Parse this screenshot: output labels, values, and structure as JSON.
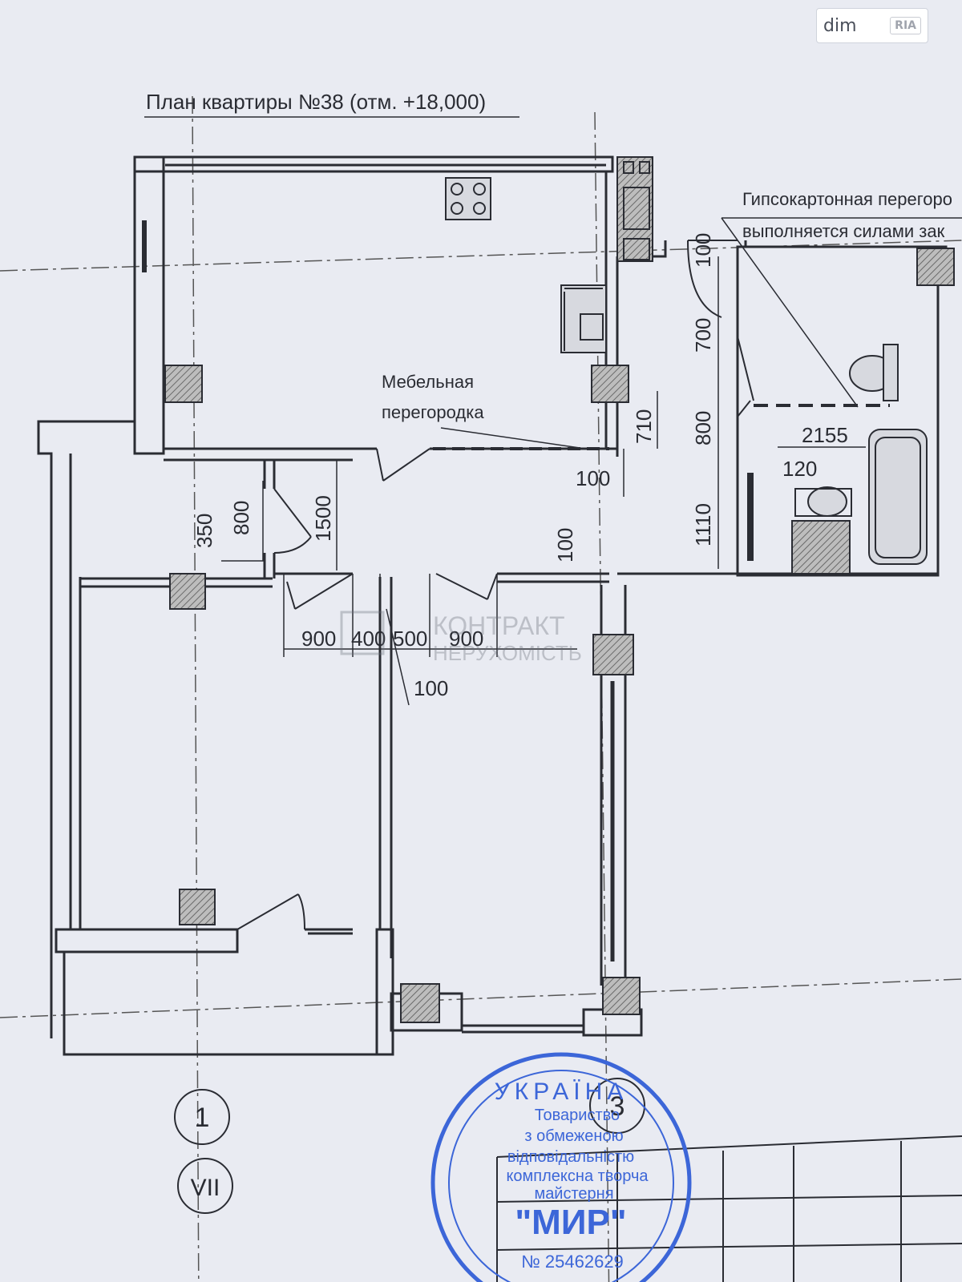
{
  "badge": {
    "brand": "dim",
    "brand_sub": "RIA"
  },
  "plan": {
    "title": "План квартиры №38 (отм. +18,000)",
    "note_line1": "Гипсокартонная перегоро",
    "note_line2": "выполняется силами зак",
    "furniture_label_line1": "Мебельная",
    "furniture_label_line2": "перегородка"
  },
  "dimensions": {
    "d2155": "2155",
    "d120": "120",
    "d100a": "100",
    "d700": "700",
    "d800a": "800",
    "d1110": "1110",
    "d710": "710",
    "d100b": "100",
    "d1500": "1500",
    "d800b": "800",
    "d350": "350",
    "d100c": "100",
    "d900a": "900",
    "d400": "400",
    "d500": "500",
    "d900b": "900",
    "d100d": "100"
  },
  "axes": {
    "axis1": "1",
    "axis1_sub": "VII",
    "axis3": "3"
  },
  "watermark": {
    "line1": "КОНТРАКТ",
    "line2": "НЕРУХОМІСТЬ"
  },
  "stamp": {
    "arc": "УКРАЇНА",
    "l1": "Товариство",
    "l2": "з обмеженою",
    "l3": "відповідальністю",
    "l4": "комплексна творча",
    "l5": "майстерня",
    "name": "\"МИР\"",
    "code": "№ 25462629"
  },
  "colors": {
    "paper": "#e9ebf2",
    "line": "#2a2c33",
    "hatch": "#8a8a8a",
    "stamp": "#3c66d8"
  }
}
